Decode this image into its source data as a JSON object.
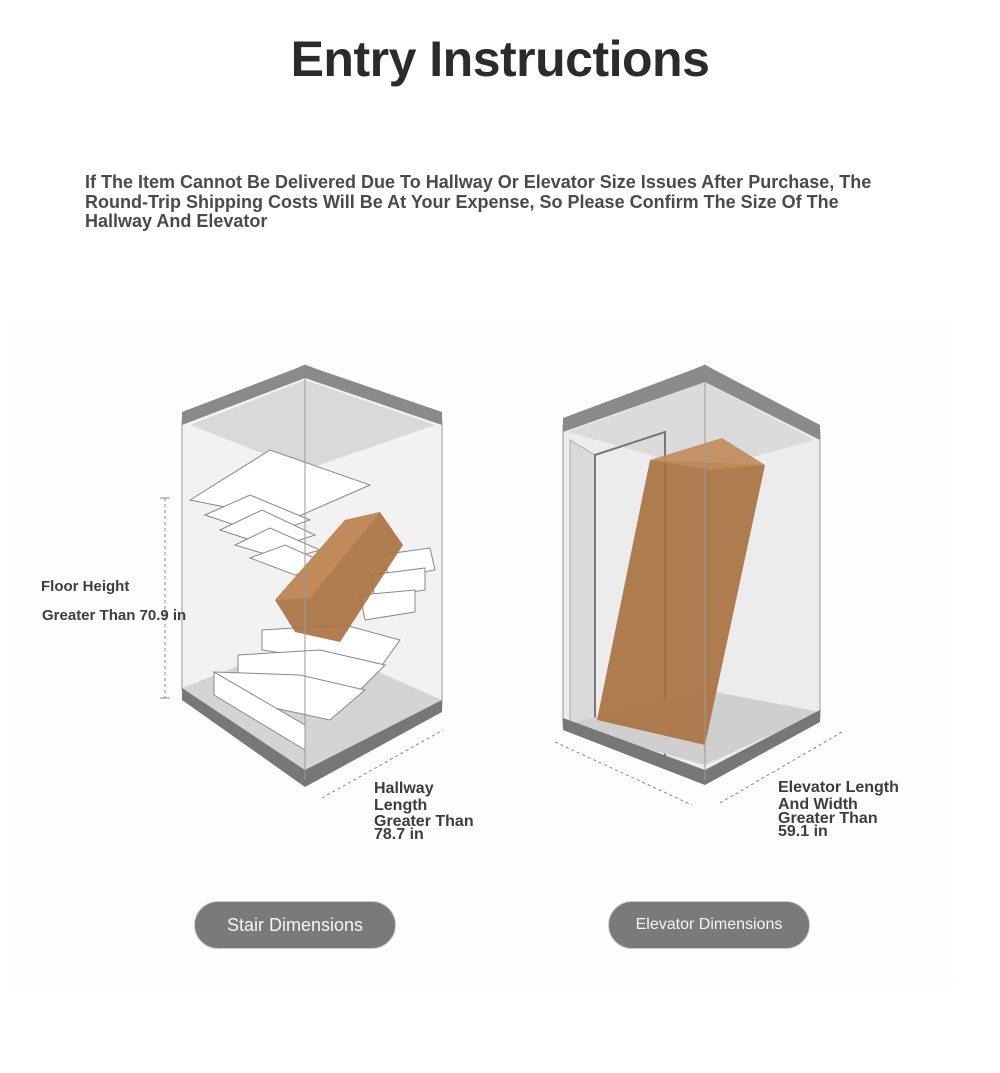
{
  "title": "Entry Instructions",
  "notice": "If The Item Cannot Be Delivered Due To Hallway Or Elevator Size Issues After Purchase, The Round-Trip Shipping Costs Will Be At Your Expense, So Please Confirm The Size Of The Hallway And Elevator",
  "stair": {
    "floor_height_label": "Floor Height",
    "floor_height_value": "Greater Than 70.9 in",
    "hallway_line1": "Hallway",
    "hallway_line2": "Length",
    "hallway_line3": "Greater Than",
    "hallway_line4": "78.7 in",
    "button": "Stair Dimensions"
  },
  "elevator": {
    "line1": "Elevator Length",
    "line2": "And Width",
    "line3": "Greater Than",
    "line4": "59.1 in",
    "button": "Elevator Dimensions"
  },
  "colors": {
    "box": "#a8703e",
    "frame": "#7d7d7d",
    "button": "#7a7a7a"
  }
}
